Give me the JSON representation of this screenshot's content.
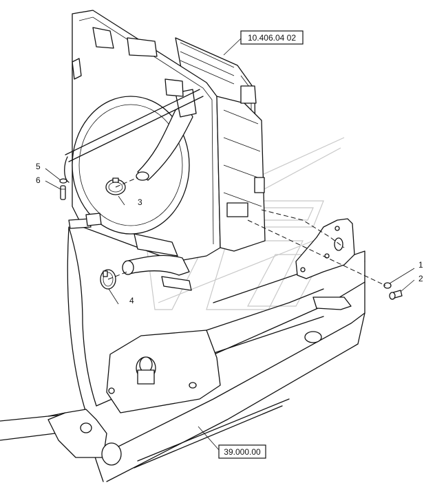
{
  "references": {
    "top": "10.406.04 02",
    "bottom": "39.000.00"
  },
  "callouts": {
    "c1": "1",
    "c2": "2",
    "c3": "3",
    "c4": "4",
    "c5": "5",
    "c6": "6"
  }
}
